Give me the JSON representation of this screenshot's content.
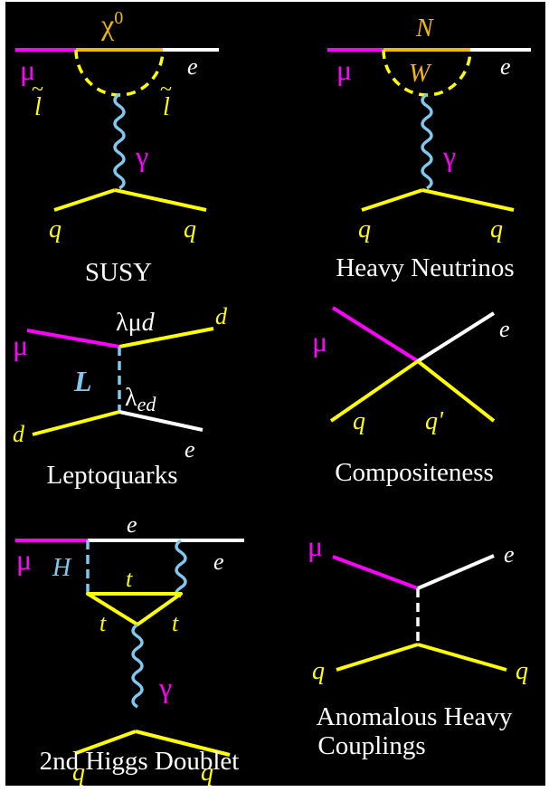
{
  "colors": {
    "background": "#000000",
    "magenta": "#ff00ff",
    "yellow": "#ffff00",
    "orange": "#f5b800",
    "white": "#ffffff",
    "lightblue": "#80c8f0"
  },
  "diagrams": [
    {
      "caption": "SUSY",
      "labels": {
        "incoming": "μ",
        "outgoing": "e",
        "top": "χ",
        "top_sup": "0",
        "loop_left": "l",
        "loop_right": "l",
        "tilde": "~",
        "boson": "γ",
        "quark_left": "q",
        "quark_right": "q"
      }
    },
    {
      "caption": "Heavy Neutrinos",
      "labels": {
        "incoming": "μ",
        "outgoing": "e",
        "top": "N",
        "loop": "W",
        "boson": "γ",
        "quark_left": "q",
        "quark_right": "q"
      }
    },
    {
      "caption": "Leptoquarks",
      "labels": {
        "incoming": "μ",
        "top_out": "d",
        "coupling_top": "λμd",
        "coupling_top_a": "λμ",
        "coupling_top_b": "d",
        "mediator": "L",
        "coupling_bottom_a": "λ",
        "coupling_bottom_b": "ed",
        "bottom_in": "d",
        "bottom_out": "e"
      }
    },
    {
      "caption": "Compositeness",
      "labels": {
        "incoming": "μ",
        "outgoing": "e",
        "quark_left": "q",
        "quark_right": "q'"
      }
    },
    {
      "caption": "2nd Higgs Doublet",
      "labels": {
        "incoming": "μ",
        "mediator": "H",
        "top_lepton": "e",
        "outgoing": "e",
        "loop_top": "t",
        "loop_left": "t",
        "loop_right": "t",
        "boson": "γ",
        "quark_left": "q",
        "quark_right": "q"
      }
    },
    {
      "caption_line1": "Anomalous Heavy",
      "caption_line2": "Couplings",
      "labels": {
        "incoming": "μ",
        "outgoing": "e",
        "quark_left": "q",
        "quark_right": "q"
      }
    }
  ]
}
